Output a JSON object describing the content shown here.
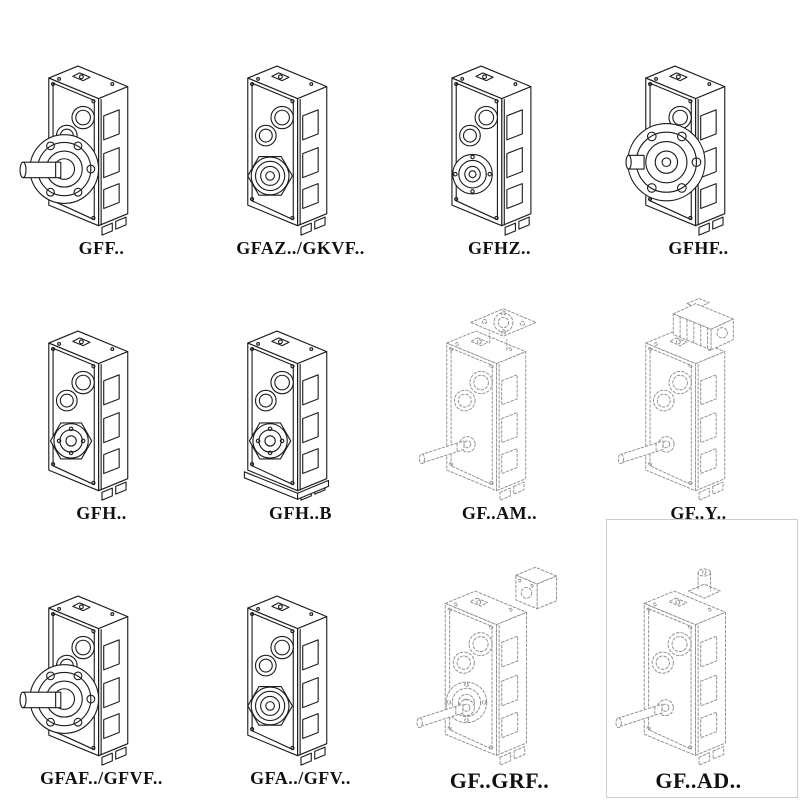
{
  "page": {
    "background": "#ffffff",
    "line_color": "#1c1c1c",
    "dashed_line_color": "#8f8f8f",
    "panel_border": "#cccccc"
  },
  "catalog": {
    "items": [
      {
        "label": "GFF..",
        "drawing": "gearbox-output-flange-with-solid-shaft"
      },
      {
        "label": "GFAZ../GKVF..",
        "drawing": "gearbox-hollow-output-shaft"
      },
      {
        "label": "GFHZ..",
        "drawing": "gearbox-hollow-shaft-bearing-rings"
      },
      {
        "label": "GFHF..",
        "drawing": "gearbox-large-output-flange"
      },
      {
        "label": "GFH..",
        "drawing": "gearbox-shaft-mounted-plain"
      },
      {
        "label": "GFH..B",
        "drawing": "gearbox-shaft-mounted-with-base"
      },
      {
        "label": "GF..AM..",
        "drawing": "gearbox-with-motor-adapter-flange-dashed"
      },
      {
        "label": "GF..Y..",
        "drawing": "gearbox-with-mounted-motor-dashed"
      },
      {
        "label": "GFAF../GFVF..",
        "drawing": "gearbox-output-flange-with-solid-shaft"
      },
      {
        "label": "GFA../GFV..",
        "drawing": "gearbox-hollow-output-shaft"
      },
      {
        "label": "GF..GRF..",
        "drawing": "gearbox-with-gear-adapter-box-dashed"
      },
      {
        "label": "GF..AD..",
        "drawing": "gearbox-with-input-shaft-adapter-dashed"
      }
    ]
  }
}
